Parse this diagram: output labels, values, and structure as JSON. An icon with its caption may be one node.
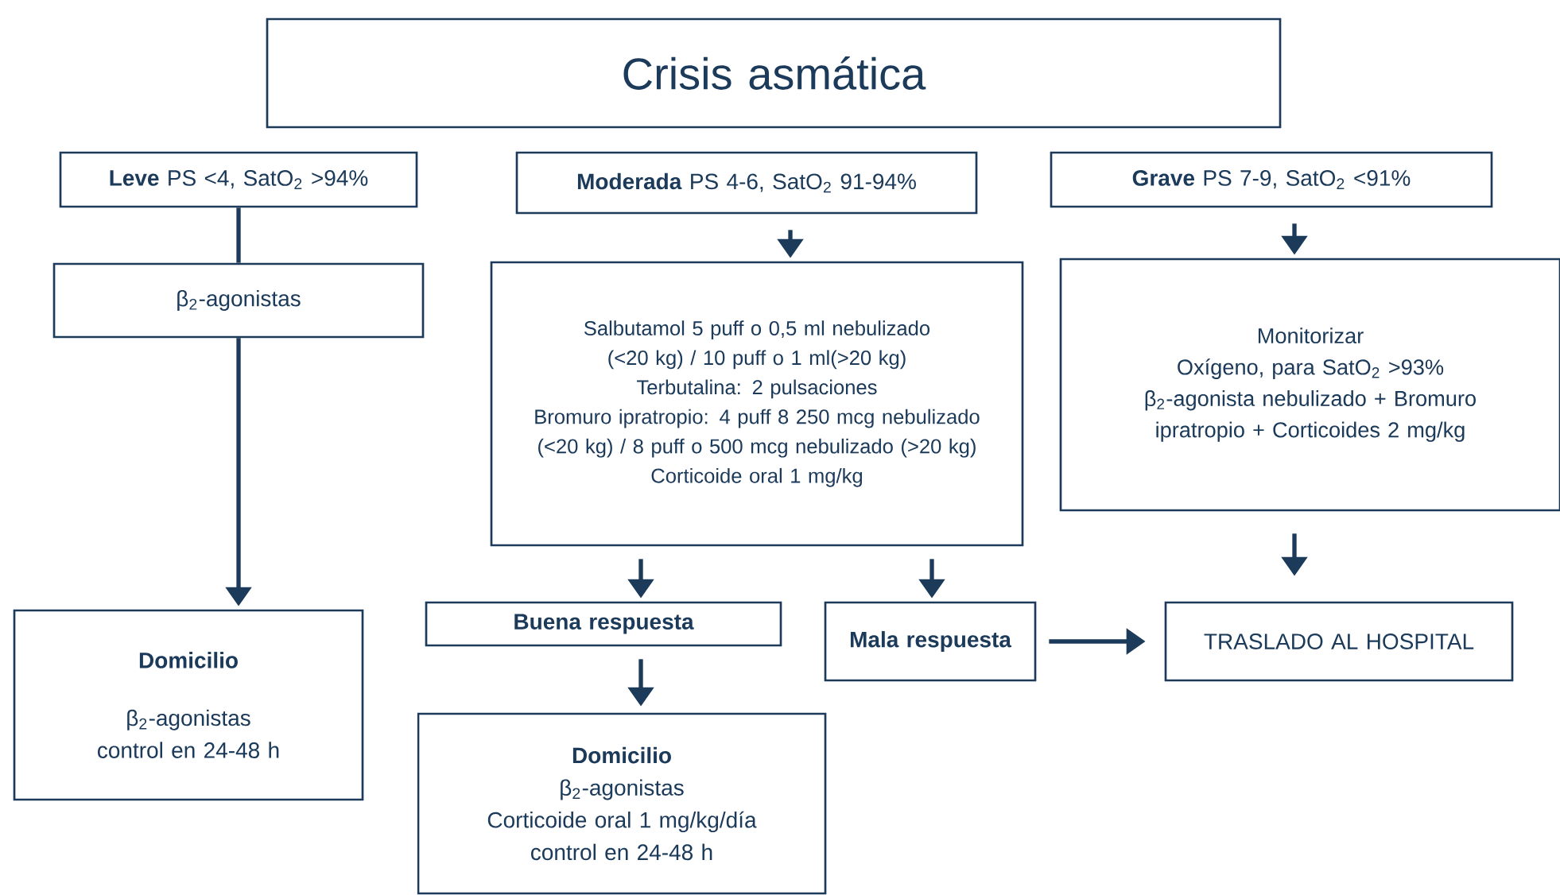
{
  "diagram": {
    "nodes": [
      {
        "text": [
          "Crisis asmática"
        ]
      },
      {
        "text": [
          "**Leve** PS <4, SatO$_{2}$ >94%"
        ]
      },
      {
        "text": [
          "**Moderada** PS 4-6, SatO$_{2}$ 91-94%"
        ]
      },
      {
        "text": [
          "**Grave** PS 7-9, SatO$_{2}$ <91%"
        ]
      },
      {
        "text": [
          "β$_{2}$-agonistas"
        ]
      },
      {
        "text": [
          "Salbutamol 5 puff o 0,5 ml nebulizado (<20 kg) / 10 puff o 1 ml(>20 kg)",
          "Terbutalina: 2 pulsaciones",
          "Bromuro ipratropio: 4 puff 8 250 mcg nebulizado (<20 kg) / 8 puff o 500 mcg nebulizado (>20 kg)",
          "Corticoide oral 1 mg/kg"
        ]
      },
      {
        "text": [
          "Monitorizar",
          "Oxígeno, para SatO$_{2}$ >93%",
          "β$_{2}$-agonista nebulizado + Bromuro ipratropio + Corticoides 2 mg/kg"
        ]
      },
      {
        "text": [
          "Domicilio",
          "β$_{2}$-agonistas",
          "control en 24-48 h"
        ]
      },
      {
        "text": [
          "Buena respuesta"
        ]
      },
      {
        "text": [
          "Mala respuesta"
        ]
      },
      {
        "text": [
          "TRASLADO AL HOSPITAL"
        ]
      },
      {
        "text": [
          "Domicilio",
          "β$_{2}$-agonistas",
          "Corticoide oral 1 mg/kg/día",
          "control en 24-48 h"
        ]
      }
    ],
    "edges": [
      {
        "from": 1,
        "to": 4,
        "arrow": "none"
      },
      {
        "from": 4,
        "to": 7,
        "arrow": "to"
      },
      {
        "from": 2,
        "to": 5,
        "arrow": "to"
      },
      {
        "from": 3,
        "to": 6,
        "arrow": "to"
      },
      {
        "from": 5,
        "to": 8,
        "arrow": "to"
      },
      {
        "from": 5,
        "to": 9,
        "arrow": "to"
      },
      {
        "from": 8,
        "to": 11,
        "arrow": "to"
      },
      {
        "from": 9,
        "to": 10,
        "arrow": "to"
      },
      {
        "from": 6,
        "to": 10,
        "arrow": "to"
      }
    ]
  }
}
